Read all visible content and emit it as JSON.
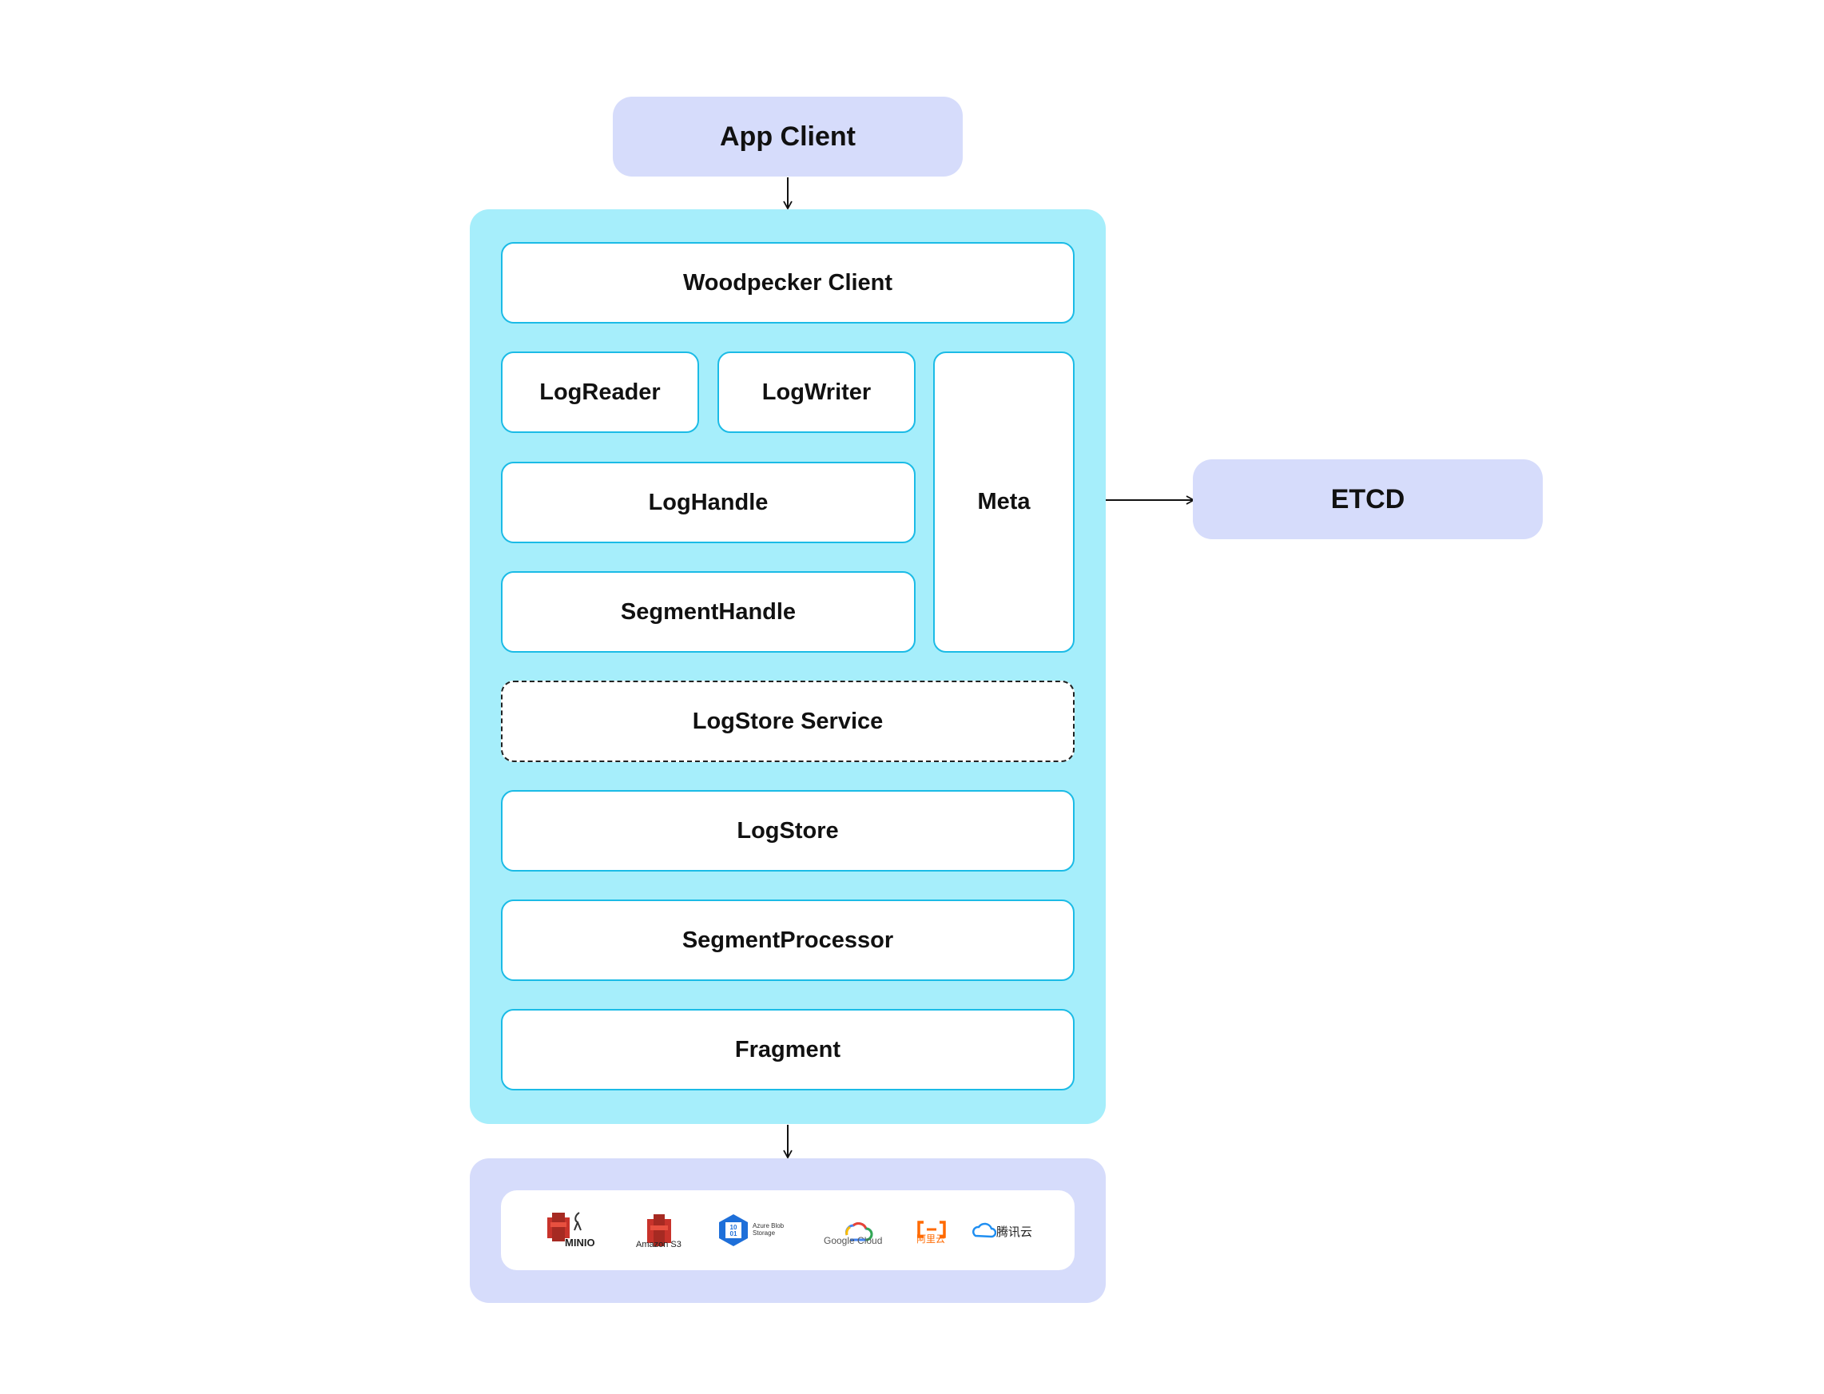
{
  "nodes": {
    "app_client": "App Client",
    "woodpecker_client": "Woodpecker Client",
    "log_reader": "LogReader",
    "log_writer": "LogWriter",
    "meta": "Meta",
    "log_handle": "LogHandle",
    "segment_handle": "SegmentHandle",
    "logstore_service": "LogStore Service",
    "logstore": "LogStore",
    "segment_processor": "SegmentProcessor",
    "fragment": "Fragment",
    "etcd": "ETCD"
  },
  "storage_logos": [
    {
      "name": "minio-logo",
      "text": "MINIO"
    },
    {
      "name": "amazon-s3-logo",
      "text": "Amazon S3"
    },
    {
      "name": "azure-blob-logo",
      "text": "Azure Blob Storage",
      "line1": "Azure Blob",
      "line2": "Storage",
      "chip": "10 01"
    },
    {
      "name": "google-cloud-logo",
      "text": "Google Cloud"
    },
    {
      "name": "aliyun-logo",
      "text": "阿里云"
    },
    {
      "name": "tencent-cloud-logo",
      "text": "腾讯云"
    }
  ],
  "colors": {
    "panel_cyan": "#a6eefb",
    "panel_purple": "#d6dcfb",
    "box_border": "#1bbbe6"
  }
}
